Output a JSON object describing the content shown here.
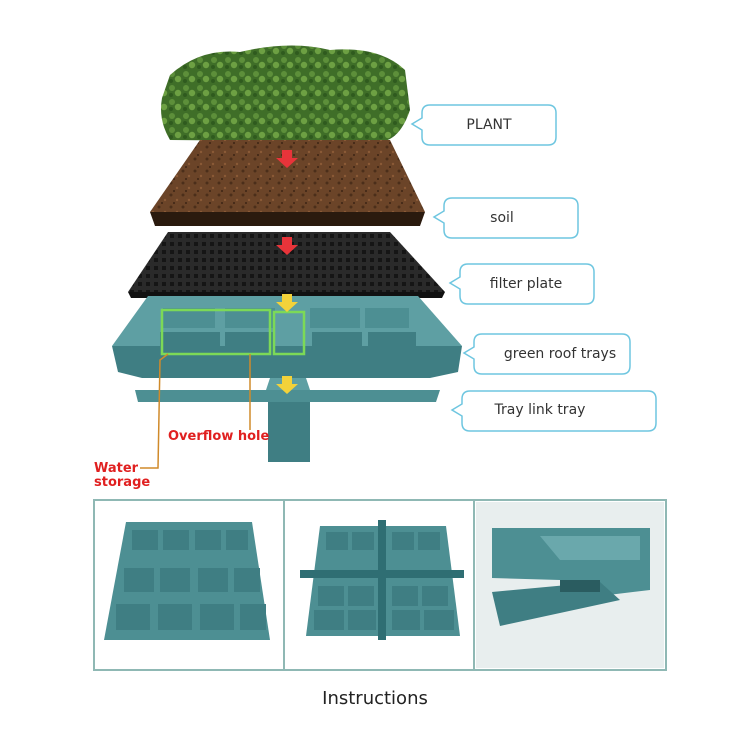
{
  "layers": [
    {
      "id": "plant",
      "label": "PLANT"
    },
    {
      "id": "soil",
      "label": "soil"
    },
    {
      "id": "filter",
      "label": "filter plate"
    },
    {
      "id": "tray",
      "label": "green roof trays"
    },
    {
      "id": "link",
      "label": "Tray link tray"
    }
  ],
  "annotations": {
    "overflow": "Overflow hole",
    "water": [
      "Water",
      "storage"
    ]
  },
  "caption": "Instructions",
  "colors": {
    "callout_border": "#6ec6e0",
    "arrow_red": "#e8343a",
    "arrow_yellow": "#f3d23a",
    "highlight": "#7cd957",
    "leader_line": "#d08a2a",
    "panel_border": "#8fb8b4",
    "tray": "#4d8f93",
    "soil": "#6b4428",
    "plant": "#4a7a2e"
  }
}
